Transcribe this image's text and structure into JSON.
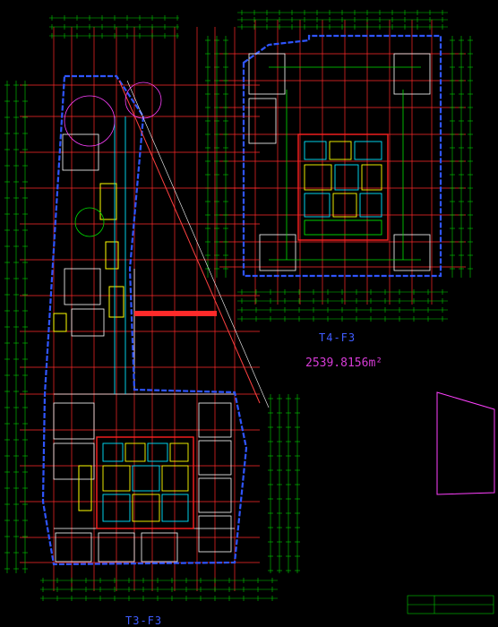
{
  "drawing": {
    "plan_a_title": "T4-F3",
    "plan_b_title": "T3-F3",
    "area_text": "2539.8156m²"
  },
  "colors": {
    "background": "#000000",
    "dimension": "#00e000",
    "grid": "#ff2020",
    "wall": "#ffffff",
    "outline": "#2f55ff",
    "core": "#ffff00",
    "fixtures": "#00e5ff",
    "callout": "#ff40ff"
  }
}
